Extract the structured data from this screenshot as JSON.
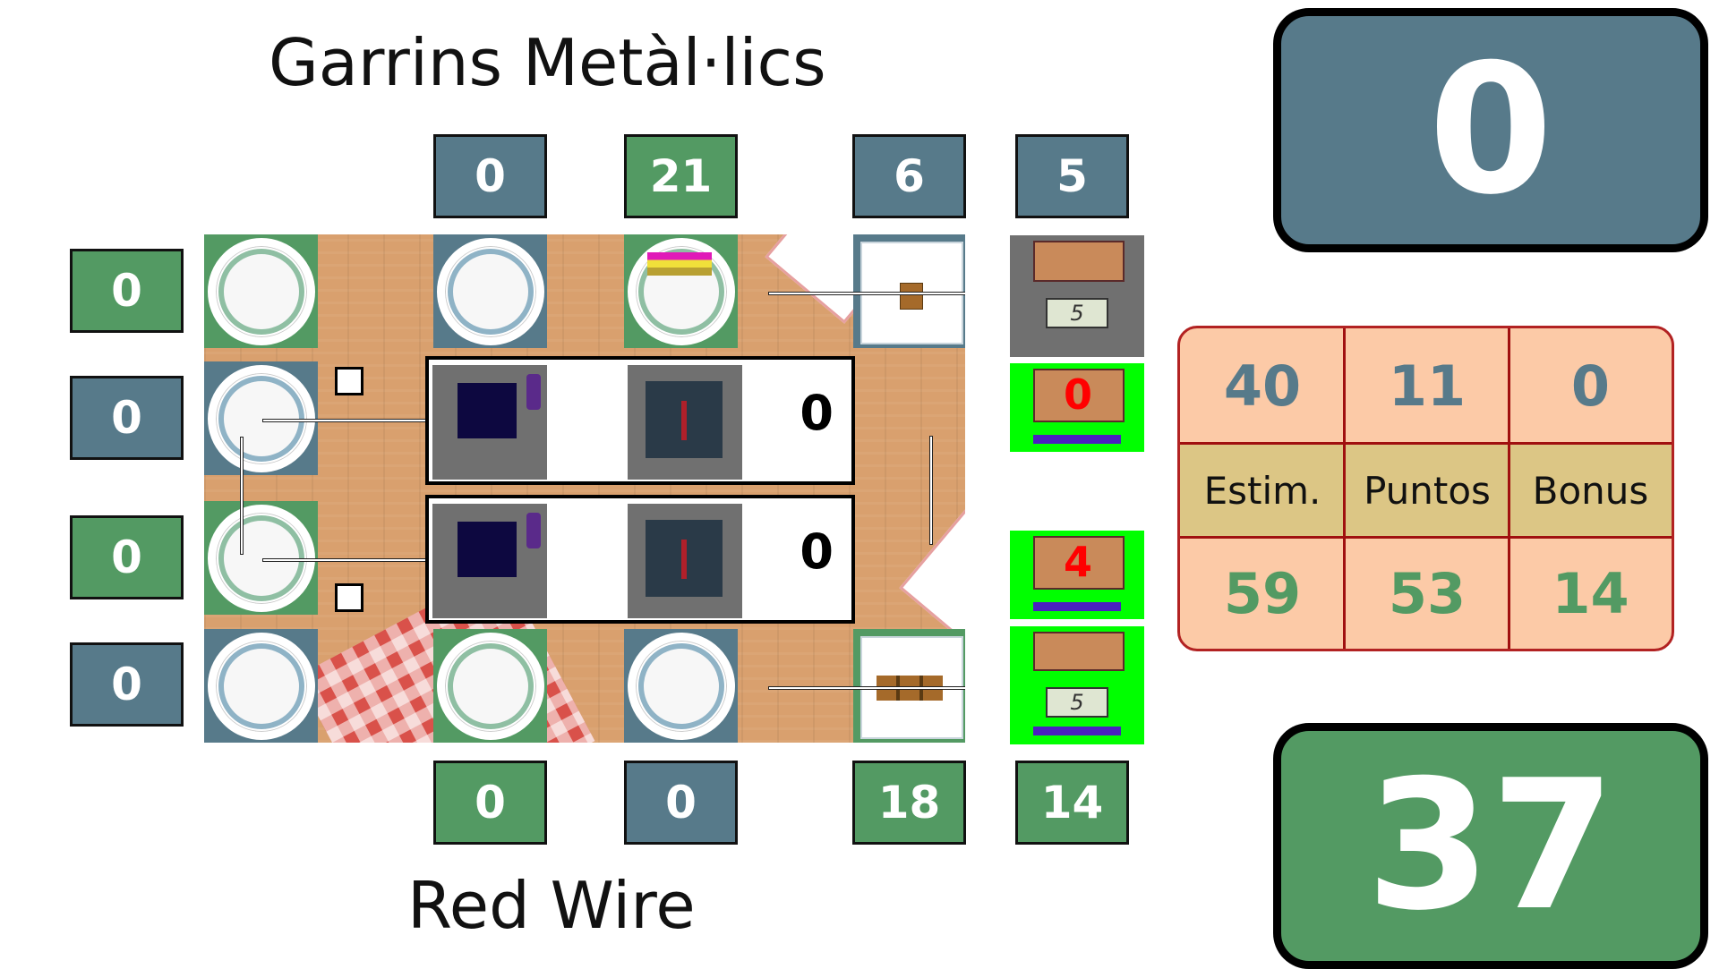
{
  "teams": {
    "top": "Garrins Metàl·lics",
    "bottom": "Red Wire"
  },
  "scores": {
    "top_total": "0",
    "bottom_total": "37"
  },
  "top_scores": [
    "0",
    "21",
    "6",
    "5"
  ],
  "bottom_scores": [
    "0",
    "0",
    "18",
    "14"
  ],
  "left_scores": [
    "0",
    "0",
    "0",
    "0"
  ],
  "robots": {
    "row1_count": "0",
    "row2_count": "0"
  },
  "scales": {
    "top_display": "5",
    "upper_value": "0",
    "lower_value": "4",
    "bottom_display": "5"
  },
  "table": {
    "top": [
      "40",
      "11",
      "0"
    ],
    "labels": [
      "Estim.",
      "Puntos",
      "Bonus"
    ],
    "bottom": [
      "59",
      "53",
      "14"
    ]
  },
  "colors": {
    "blue": "#577a8a",
    "green": "#539a63",
    "table_bg": "#fccaa7",
    "label_bg": "#dcc685",
    "scale_green": "#00ff00"
  }
}
